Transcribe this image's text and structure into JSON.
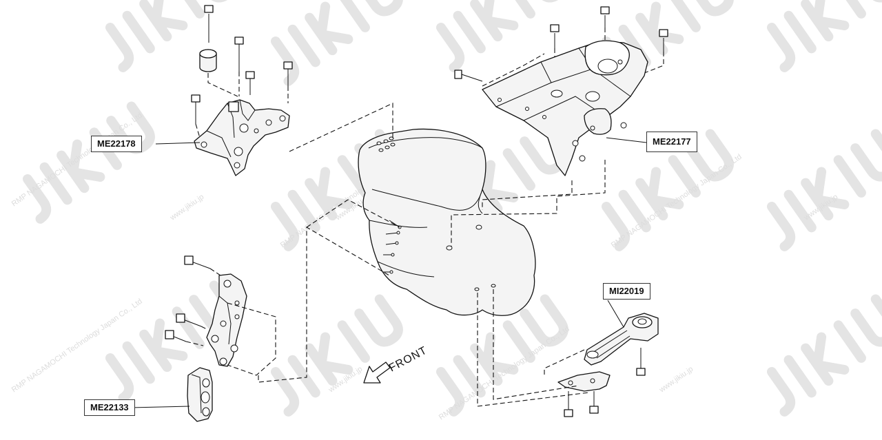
{
  "labels": {
    "me22178": "ME22178",
    "me22177": "ME22177",
    "mi22019": "MI22019",
    "me22133": "ME22133"
  },
  "front_label": "FRONT",
  "watermark": {
    "company": "RMP NAGAMOCHI Technology Japan Co., Ltd",
    "url": "www.jikiu.jp"
  },
  "colors": {
    "line": "#111111",
    "watermark": "#e4e4e4"
  }
}
